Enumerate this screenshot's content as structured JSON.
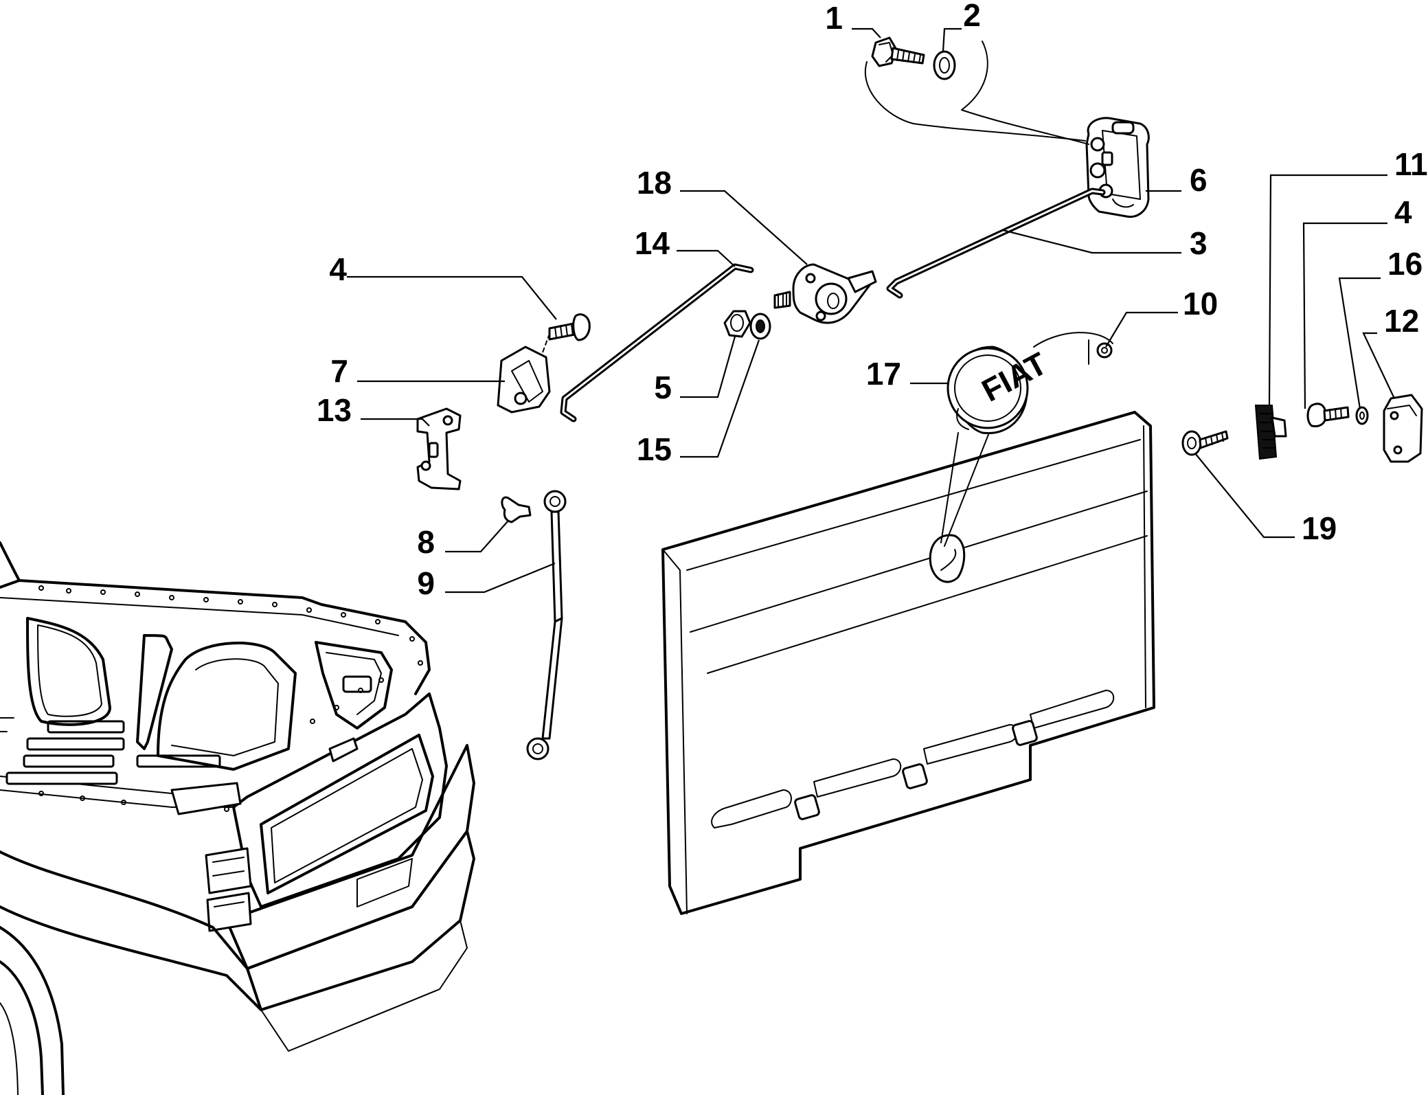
{
  "diagram": {
    "logo_text": "FIAT",
    "callouts": [
      {
        "id": "c1",
        "label": "1"
      },
      {
        "id": "c2",
        "label": "2"
      },
      {
        "id": "c18",
        "label": "18"
      },
      {
        "id": "c6",
        "label": "6"
      },
      {
        "id": "c11",
        "label": "11"
      },
      {
        "id": "c14",
        "label": "14"
      },
      {
        "id": "c4a",
        "label": "4"
      },
      {
        "id": "c3",
        "label": "3"
      },
      {
        "id": "c4b",
        "label": "4"
      },
      {
        "id": "c16",
        "label": "16"
      },
      {
        "id": "c10",
        "label": "10"
      },
      {
        "id": "c12",
        "label": "12"
      },
      {
        "id": "c7",
        "label": "7"
      },
      {
        "id": "c17",
        "label": "17"
      },
      {
        "id": "c5",
        "label": "5"
      },
      {
        "id": "c13",
        "label": "13"
      },
      {
        "id": "c15",
        "label": "15"
      },
      {
        "id": "c19",
        "label": "19"
      },
      {
        "id": "c8",
        "label": "8"
      },
      {
        "id": "c9",
        "label": "9"
      }
    ]
  }
}
